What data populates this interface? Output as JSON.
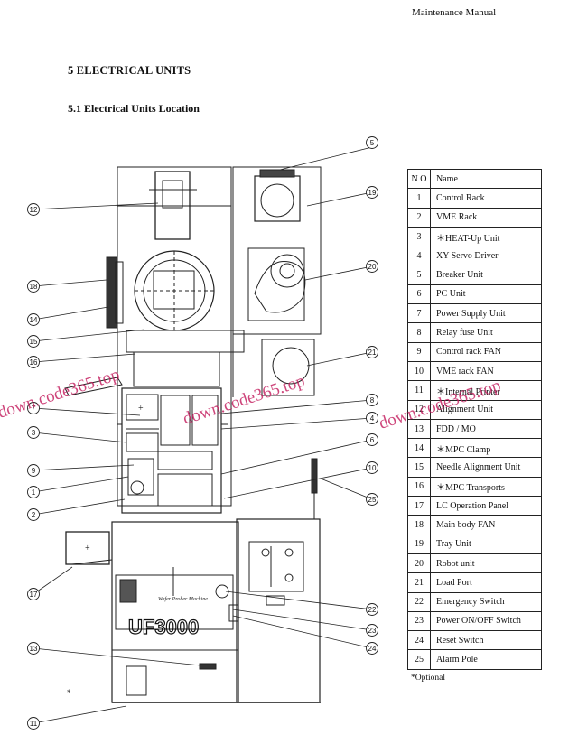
{
  "header": {
    "manual": "Maintenance Manual"
  },
  "section": {
    "title": "5 ELECTRICAL UNITS",
    "subtitle": "5.1    Electrical Units Location"
  },
  "table": {
    "headers": [
      "N O",
      "Name"
    ],
    "rows": [
      {
        "no": "1",
        "name": "Control Rack"
      },
      {
        "no": "2",
        "name": "VME Rack"
      },
      {
        "no": "3",
        "name": "＊HEAT-Up Unit"
      },
      {
        "no": "4",
        "name": "XY Servo Driver"
      },
      {
        "no": "5",
        "name": "Breaker Unit"
      },
      {
        "no": "6",
        "name": "PC Unit"
      },
      {
        "no": "7",
        "name": "Power Supply Unit"
      },
      {
        "no": "8",
        "name": "Relay fuse Unit"
      },
      {
        "no": "9",
        "name": "Control rack FAN"
      },
      {
        "no": "10",
        "name": "VME rack FAN"
      },
      {
        "no": "11",
        "name": "＊Internal Printer"
      },
      {
        "no": "12",
        "name": "Alignment Unit"
      },
      {
        "no": "13",
        "name": "FDD / MO"
      },
      {
        "no": "14",
        "name": "＊MPC Clamp"
      },
      {
        "no": "15",
        "name": "Needle Alignment Unit"
      },
      {
        "no": "16",
        "name": "＊MPC Transports"
      },
      {
        "no": "17",
        "name": "LC Operation Panel"
      },
      {
        "no": "18",
        "name": "Main body FAN"
      },
      {
        "no": "19",
        "name": "Tray Unit"
      },
      {
        "no": "20",
        "name": "Robot unit"
      },
      {
        "no": "21",
        "name": "Load Port"
      },
      {
        "no": "22",
        "name": "Emergency Switch"
      },
      {
        "no": "23",
        "name": "Power ON/OFF Switch"
      },
      {
        "no": "24",
        "name": "Reset Switch"
      },
      {
        "no": "25",
        "name": "Alarm Pole"
      }
    ],
    "note": "*Optional"
  },
  "callouts": [
    "1",
    "2",
    "3",
    "4",
    "5",
    "6",
    "7",
    "8",
    "9",
    "10",
    "11",
    "12",
    "13",
    "14",
    "15",
    "16",
    "17",
    "18",
    "19",
    "20",
    "21",
    "22",
    "23",
    "24",
    "25"
  ],
  "machine": {
    "label_small": "Wafer Prober Machine",
    "logo": "UF3000",
    "small_mark": "*"
  },
  "watermarks": [
    "down.code365.top",
    "down.code365.top",
    "down.code365.top"
  ],
  "colors": {
    "ink": "#111111",
    "watermark": "#c2185b"
  }
}
